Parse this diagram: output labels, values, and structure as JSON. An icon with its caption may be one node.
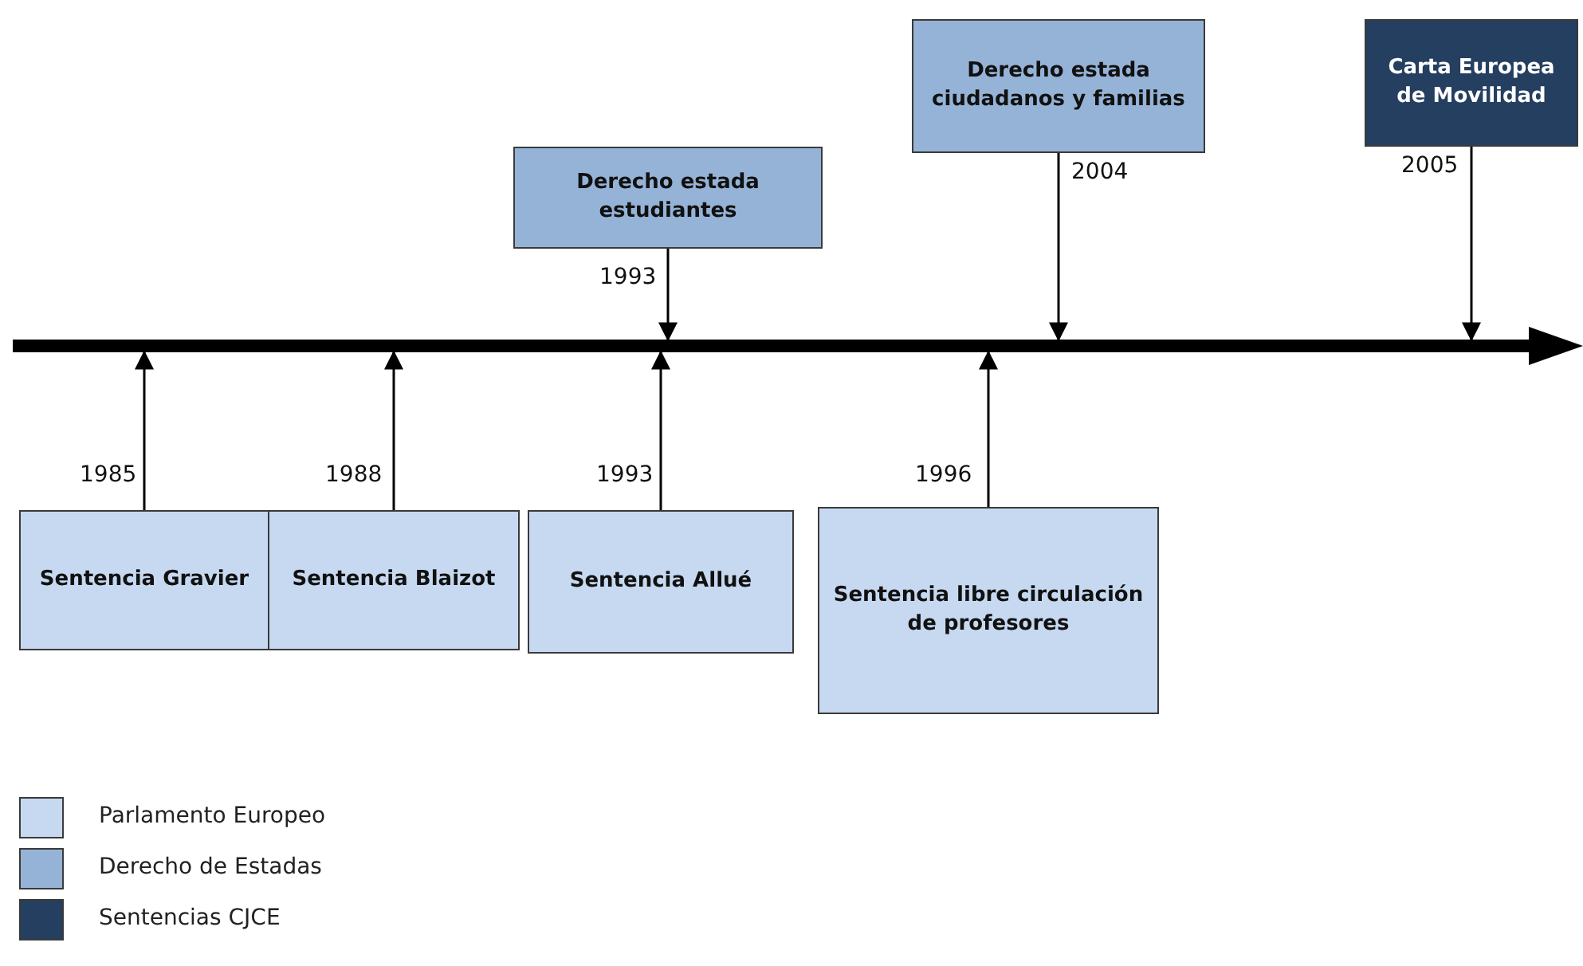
{
  "diagram": {
    "nodes": [
      {
        "text": [],
        "shape": "bar"
      },
      {
        "text": [
          "Derecho estada estudiantes"
        ],
        "beside": [
          "1993"
        ]
      },
      {
        "text": [
          "Derecho estada ciudadanos y familias"
        ],
        "beside": [
          "2004"
        ]
      },
      {
        "text": [
          "Carta Europea de Movilidad"
        ],
        "beside": [
          "2005"
        ]
      },
      {
        "text": [
          "Sentencia Gravier"
        ],
        "beside": [
          "1985"
        ]
      },
      {
        "text": [
          "Sentencia Blaizot"
        ],
        "beside": [
          "1988"
        ]
      },
      {
        "text": [
          "Sentencia Allué"
        ],
        "beside": [
          "1993"
        ]
      },
      {
        "text": [
          "Sentencia libre circulación de profesores"
        ],
        "beside": [
          "1996"
        ]
      }
    ],
    "edges": [
      {
        "from": 1,
        "to": 0,
        "arrow": "to"
      },
      {
        "from": 2,
        "to": 0,
        "arrow": "to"
      },
      {
        "from": 3,
        "to": 0,
        "arrow": "to"
      },
      {
        "from": 4,
        "to": 0,
        "arrow": "to"
      },
      {
        "from": 5,
        "to": 0,
        "arrow": "to"
      },
      {
        "from": 6,
        "to": 0,
        "arrow": "to"
      },
      {
        "from": 7,
        "to": 0,
        "arrow": "to"
      }
    ],
    "legend": [
      {
        "text": "Parlamento Europeo",
        "color": "#c6d9f1"
      },
      {
        "text": "Derecho de Estadas",
        "color": "#95b3d7"
      },
      {
        "text": "Sentencias CJCE",
        "color": "#243f60"
      }
    ]
  }
}
